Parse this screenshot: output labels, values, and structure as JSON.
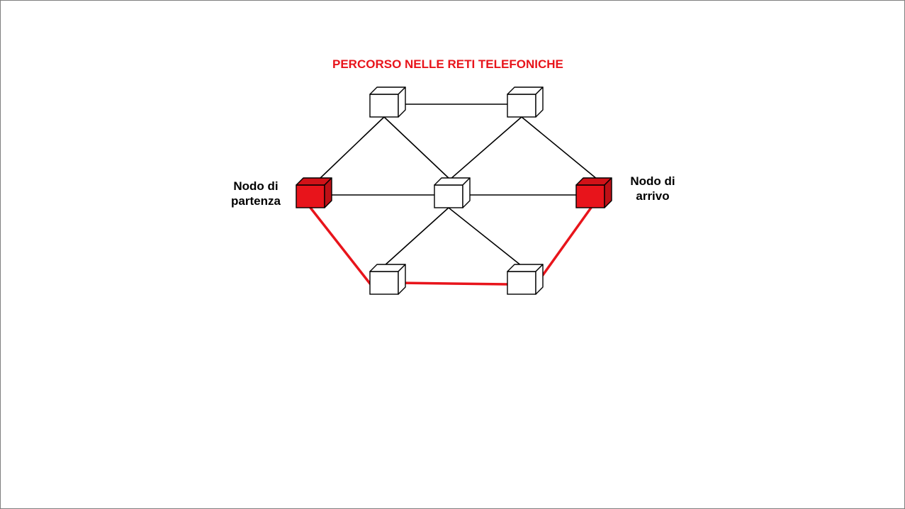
{
  "diagram": {
    "title": "PERCORSO NELLE RETI TELEFONICHE",
    "start_label": [
      "Nodo di",
      "partenza"
    ],
    "end_label": [
      "Nodo di",
      "arrivo"
    ]
  },
  "colors": {
    "accent": "#e8141b",
    "node_active": "#e8141b",
    "node_default": "#ffffff",
    "link_default": "#000000",
    "link_path": "#e8141b"
  },
  "nodes": [
    {
      "id": "top-left",
      "active": false
    },
    {
      "id": "top-right",
      "active": false
    },
    {
      "id": "start",
      "active": true
    },
    {
      "id": "center",
      "active": false
    },
    {
      "id": "end",
      "active": true
    },
    {
      "id": "bottom-left",
      "active": false
    },
    {
      "id": "bottom-right",
      "active": false
    }
  ],
  "links": [
    {
      "from": "top-left",
      "to": "top-right",
      "path": false
    },
    {
      "from": "top-left",
      "to": "start",
      "path": false
    },
    {
      "from": "top-left",
      "to": "center",
      "path": false
    },
    {
      "from": "top-right",
      "to": "center",
      "path": false
    },
    {
      "from": "top-right",
      "to": "end",
      "path": false
    },
    {
      "from": "start",
      "to": "center",
      "path": false
    },
    {
      "from": "center",
      "to": "end",
      "path": false
    },
    {
      "from": "center",
      "to": "bottom-left",
      "path": false
    },
    {
      "from": "center",
      "to": "bottom-right",
      "path": false
    },
    {
      "from": "start",
      "to": "bottom-left",
      "path": true
    },
    {
      "from": "bottom-left",
      "to": "bottom-right",
      "path": true
    },
    {
      "from": "bottom-right",
      "to": "end",
      "path": true
    }
  ]
}
